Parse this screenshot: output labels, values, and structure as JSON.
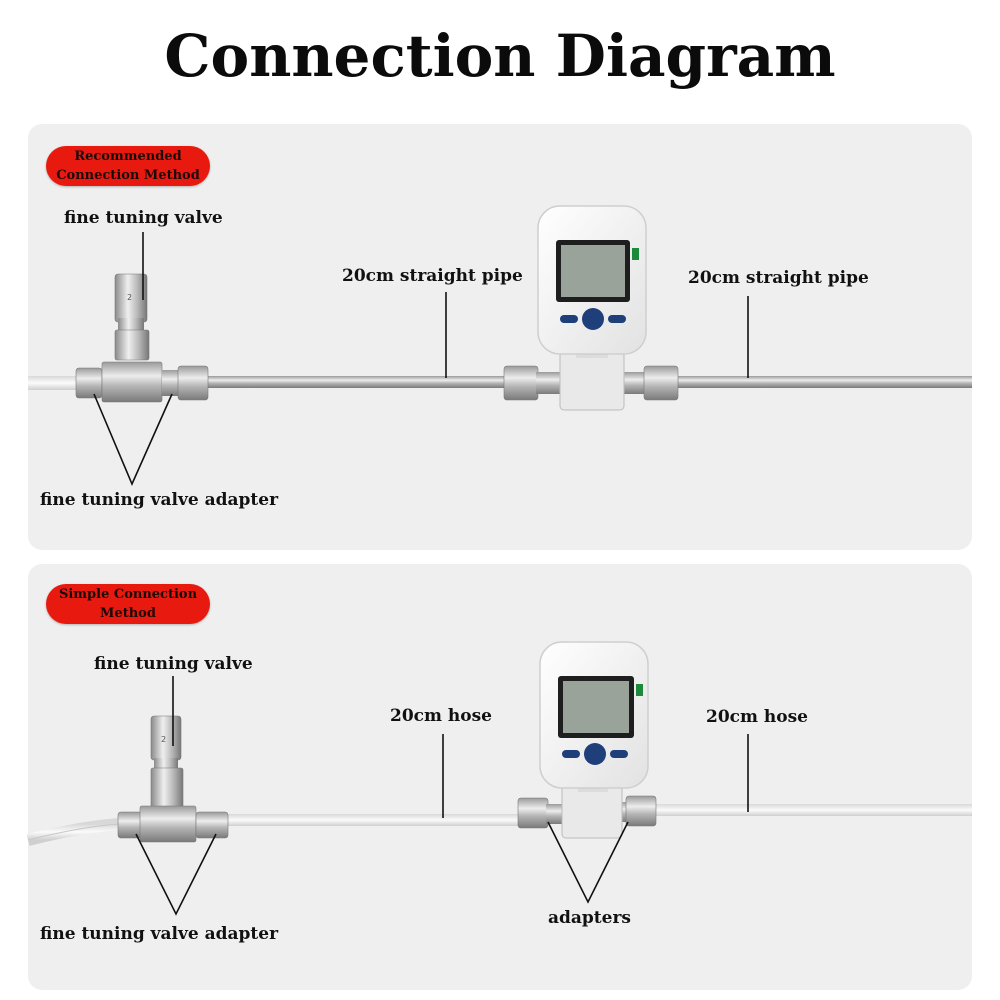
{
  "title": "Connection Diagram",
  "panels": [
    {
      "badge": "Recommended Connection Method",
      "labels": {
        "valve": "fine tuning valve",
        "left_pipe": "20cm straight pipe",
        "right_pipe": "20cm straight pipe",
        "adapter": "fine tuning valve adapter"
      }
    },
    {
      "badge": "Simple Connection Method",
      "labels": {
        "valve": "fine tuning valve",
        "left_hose": "20cm hose",
        "right_hose": "20cm hose",
        "adapter": "fine tuning valve adapter",
        "adapters": "adapters"
      }
    }
  ],
  "colors": {
    "badge": "#e8190f",
    "panel": "#efefef",
    "meter_body": "#f7f7f7",
    "lcd": "#9aa39a",
    "buttons": "#1f3f7a",
    "indicator": "#1c8a3a"
  }
}
